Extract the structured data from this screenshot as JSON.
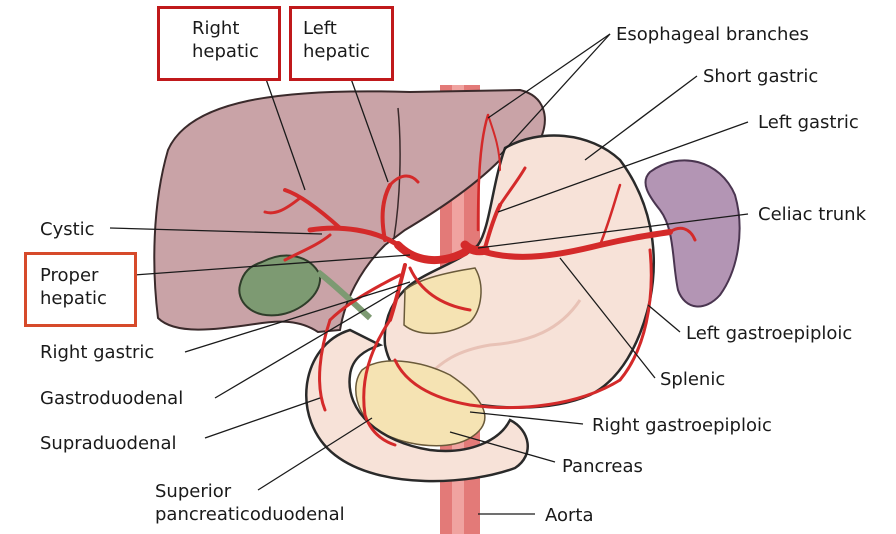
{
  "labels": {
    "right_hepatic": [
      "Right",
      "hepatic"
    ],
    "left_hepatic": [
      "Left",
      "hepatic"
    ],
    "esophageal_branches": "Esophageal branches",
    "short_gastric": "Short gastric",
    "left_gastric": "Left gastric",
    "celiac_trunk": "Celiac trunk",
    "cystic": "Cystic",
    "proper_hepatic": [
      "Proper",
      "hepatic"
    ],
    "right_gastric": "Right gastric",
    "gastroduodenal": "Gastroduodenal",
    "supraduodenal": "Supraduodenal",
    "superior_pancreaticoduodenal": [
      "Superior",
      "pancreaticoduodenal"
    ],
    "left_gastroepiploic": "Left gastroepiploic",
    "splenic": "Splenic",
    "right_gastroepiploic": "Right gastroepiploic",
    "pancreas": "Pancreas",
    "aorta": "Aorta"
  },
  "colors": {
    "highlight_box": "#c0191b",
    "highlight_box_alt": "#d64a2a",
    "liver": "#c9a3a7",
    "stomach": "#f7e2d8",
    "spleen": "#b395b4",
    "pancreas": "#f5e3b3",
    "gallbladder": "#7d9a72",
    "artery": "#d42a2a",
    "aorta": "#e06a6a"
  }
}
